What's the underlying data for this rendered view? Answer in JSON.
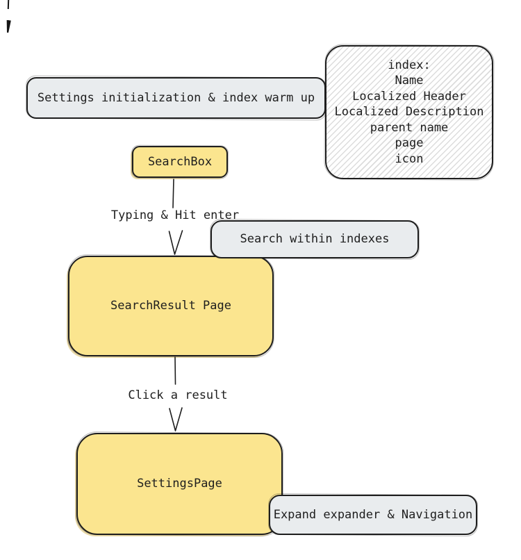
{
  "diagram": {
    "colors": {
      "stroke": "#1e1e1e",
      "yellow": "#fbe58f",
      "gray": "#e9ecee",
      "hatch_line": "#dcdcdc"
    },
    "nodes": {
      "settings_init": {
        "label": "Settings initialization & index warm up"
      },
      "index_note": {
        "lines": [
          "index:",
          "Name",
          "Localized Header",
          "Localized Description",
          "parent name",
          "page",
          "icon"
        ]
      },
      "search_box": {
        "label": "SearchBox"
      },
      "search_within": {
        "label": "Search within indexes"
      },
      "search_result": {
        "label": "SearchResult Page"
      },
      "settings_page": {
        "label": "SettingsPage"
      },
      "expand_nav": {
        "label": "Expand expander & Navigation"
      }
    },
    "edge_labels": {
      "typing": "Typing & Hit enter",
      "click": "Click a result"
    }
  }
}
